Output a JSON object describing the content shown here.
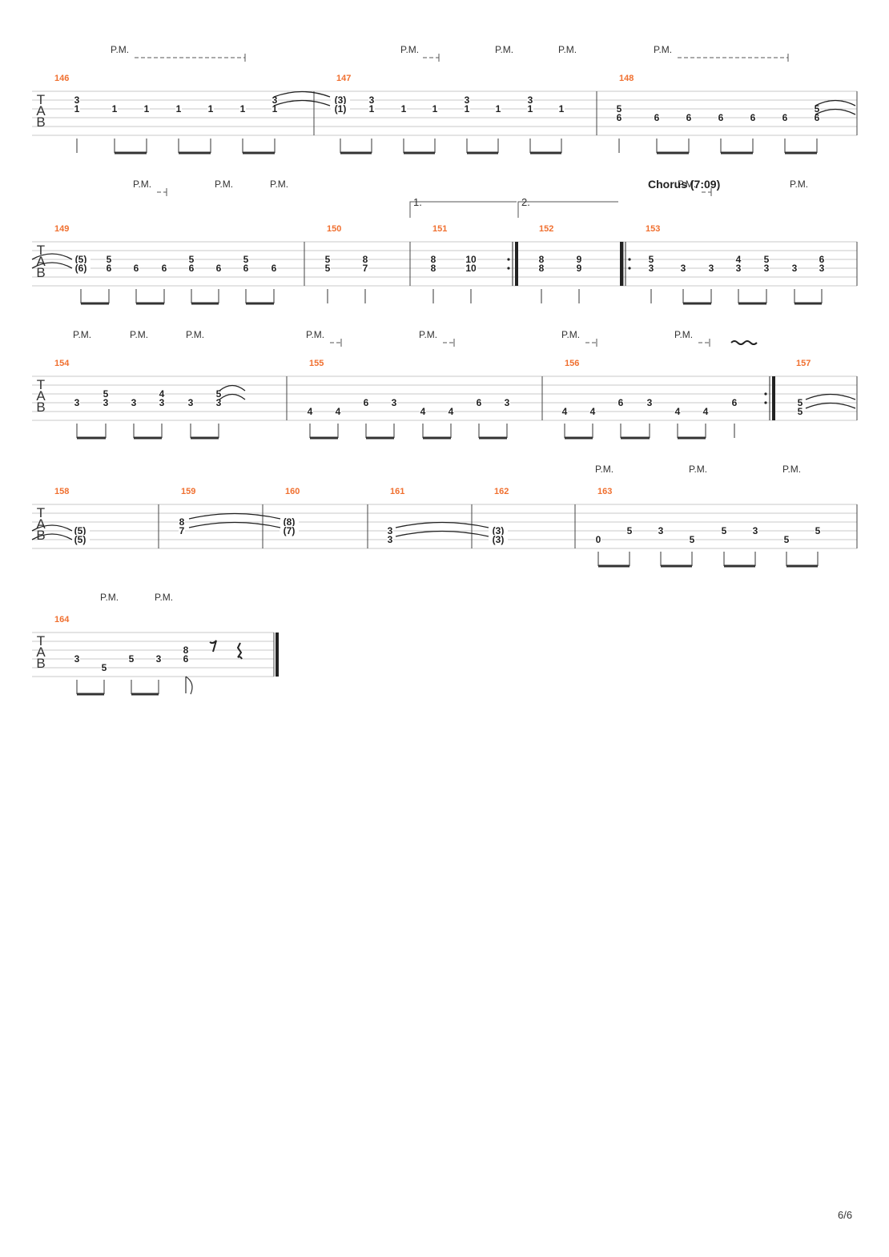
{
  "page": {
    "page_number": "6/6"
  },
  "labels": {
    "palm_mute": "P.M.",
    "clef": [
      "T",
      "A",
      "B"
    ],
    "section": "Chorus (7:09)",
    "volta1": "1.",
    "volta2": "2."
  },
  "colors": {
    "measure_number": "#f07030",
    "notation": "#222222",
    "staff_line": "#c8c8c8",
    "palm_mute_text": "#333333"
  },
  "systems": [
    {
      "measures": [
        {
          "number": "146",
          "notes": [
            {
              "frets": [
                "",
                "3",
                "1"
              ]
            },
            {
              "frets": [
                "",
                "",
                "1"
              ]
            },
            {
              "frets": [
                "",
                "",
                "1"
              ]
            },
            {
              "frets": [
                "",
                "",
                "1"
              ]
            },
            {
              "frets": [
                "",
                "",
                "1"
              ]
            },
            {
              "frets": [
                "",
                "",
                "1"
              ]
            },
            {
              "frets": [
                "",
                "3",
                "1"
              ],
              "tie": true
            }
          ]
        },
        {
          "number": "147",
          "notes": [
            {
              "frets": [
                "",
                "(3)",
                "(1)"
              ]
            },
            {
              "frets": [
                "",
                "3",
                "1"
              ]
            },
            {
              "frets": [
                "",
                "",
                "1"
              ]
            },
            {
              "frets": [
                "",
                "",
                "1"
              ]
            },
            {
              "frets": [
                "",
                "3",
                "1"
              ]
            },
            {
              "frets": [
                "",
                "",
                "1"
              ]
            },
            {
              "frets": [
                "",
                "3",
                "1"
              ]
            },
            {
              "frets": [
                "",
                "",
                "1"
              ]
            }
          ]
        },
        {
          "number": "148",
          "notes": [
            {
              "frets": [
                "",
                "",
                "5",
                "6"
              ]
            },
            {
              "frets": [
                "",
                "",
                "",
                "6"
              ]
            },
            {
              "frets": [
                "",
                "",
                "",
                "6"
              ]
            },
            {
              "frets": [
                "",
                "",
                "",
                "6"
              ]
            },
            {
              "frets": [
                "",
                "",
                "",
                "6"
              ]
            },
            {
              "frets": [
                "",
                "",
                "",
                "6"
              ]
            },
            {
              "frets": [
                "",
                "",
                "5",
                "6"
              ],
              "tie": true
            }
          ]
        }
      ]
    },
    {
      "measures": [
        {
          "number": "149",
          "notes": [
            {
              "frets": [
                "",
                "",
                "(5)",
                "(6)"
              ]
            },
            {
              "frets": [
                "",
                "",
                "5",
                "6"
              ]
            },
            {
              "frets": [
                "",
                "",
                "",
                "6"
              ]
            },
            {
              "frets": [
                "",
                "",
                "",
                "6"
              ]
            },
            {
              "frets": [
                "",
                "",
                "5",
                "6"
              ]
            },
            {
              "frets": [
                "",
                "",
                "",
                "6"
              ]
            },
            {
              "frets": [
                "",
                "",
                "5",
                "6"
              ]
            },
            {
              "frets": [
                "",
                "",
                "",
                "6"
              ]
            }
          ]
        },
        {
          "number": "150",
          "notes": [
            {
              "frets": [
                "",
                "",
                "5",
                "5"
              ]
            },
            {
              "frets": [
                "",
                "",
                "8",
                "7"
              ]
            }
          ]
        },
        {
          "number": "151",
          "notes": [
            {
              "frets": [
                "",
                "",
                "8",
                "8"
              ]
            },
            {
              "frets": [
                "",
                "",
                "10",
                "10"
              ]
            }
          ]
        },
        {
          "number": "152",
          "notes": [
            {
              "frets": [
                "",
                "",
                "8",
                "8"
              ]
            },
            {
              "frets": [
                "",
                "",
                "9",
                "9"
              ]
            }
          ]
        },
        {
          "number": "153",
          "notes": [
            {
              "frets": [
                "",
                "",
                "5",
                "3"
              ]
            },
            {
              "frets": [
                "",
                "",
                "",
                "3"
              ]
            },
            {
              "frets": [
                "",
                "",
                "",
                "3"
              ]
            },
            {
              "frets": [
                "",
                "",
                "4",
                "3"
              ]
            },
            {
              "frets": [
                "",
                "",
                "5",
                "3"
              ]
            },
            {
              "frets": [
                "",
                "",
                "",
                "3"
              ]
            },
            {
              "frets": [
                "",
                "",
                "6",
                "3"
              ]
            }
          ]
        }
      ]
    },
    {
      "measures": [
        {
          "number": "154",
          "notes": [
            {
              "frets": [
                "",
                "",
                "",
                "3"
              ]
            },
            {
              "frets": [
                "",
                "",
                "5",
                "3"
              ]
            },
            {
              "frets": [
                "",
                "",
                "",
                "3"
              ]
            },
            {
              "frets": [
                "",
                "",
                "4",
                "3"
              ]
            },
            {
              "frets": [
                "",
                "",
                "",
                "3"
              ]
            },
            {
              "frets": [
                "",
                "",
                "5",
                "3"
              ],
              "tie": true
            }
          ]
        },
        {
          "number": "155",
          "notes": [
            {
              "frets": [
                "",
                "",
                "",
                "",
                "4"
              ]
            },
            {
              "frets": [
                "",
                "",
                "",
                "",
                "4"
              ]
            },
            {
              "frets": [
                "",
                "",
                "",
                "6"
              ]
            },
            {
              "frets": [
                "",
                "",
                "",
                "3"
              ]
            },
            {
              "frets": [
                "",
                "",
                "",
                "",
                "4"
              ]
            },
            {
              "frets": [
                "",
                "",
                "",
                "",
                "4"
              ]
            },
            {
              "frets": [
                "",
                "",
                "",
                "6"
              ]
            },
            {
              "frets": [
                "",
                "",
                "",
                "3"
              ]
            }
          ]
        },
        {
          "number": "156",
          "notes": [
            {
              "frets": [
                "",
                "",
                "",
                "",
                "4"
              ]
            },
            {
              "frets": [
                "",
                "",
                "",
                "",
                "4"
              ]
            },
            {
              "frets": [
                "",
                "",
                "",
                "6"
              ]
            },
            {
              "frets": [
                "",
                "",
                "",
                "3"
              ]
            },
            {
              "frets": [
                "",
                "",
                "",
                "",
                "4"
              ]
            },
            {
              "frets": [
                "",
                "",
                "",
                "",
                "4"
              ]
            },
            {
              "frets": [
                "",
                "",
                "",
                "6"
              ]
            }
          ]
        },
        {
          "number": "157",
          "notes": [
            {
              "frets": [
                "",
                "",
                "",
                "5",
                "5"
              ],
              "tie": true
            }
          ]
        }
      ]
    },
    {
      "measures": [
        {
          "number": "158",
          "notes": [
            {
              "frets": [
                "",
                "",
                "",
                "(5)",
                "(5)"
              ]
            }
          ]
        },
        {
          "number": "159",
          "notes": [
            {
              "frets": [
                "",
                "",
                "8",
                "7"
              ],
              "tie": true
            }
          ]
        },
        {
          "number": "160",
          "notes": [
            {
              "frets": [
                "",
                "",
                "(8)",
                "(7)"
              ]
            }
          ]
        },
        {
          "number": "161",
          "notes": [
            {
              "frets": [
                "",
                "",
                "",
                "3",
                "3"
              ],
              "tie": true
            }
          ]
        },
        {
          "number": "162",
          "notes": [
            {
              "frets": [
                "",
                "",
                "",
                "(3)",
                "(3)"
              ]
            }
          ]
        },
        {
          "number": "163",
          "notes": [
            {
              "frets": [
                "",
                "",
                "",
                "",
                "0"
              ]
            },
            {
              "frets": [
                "",
                "",
                "",
                "5"
              ]
            },
            {
              "frets": [
                "",
                "",
                "",
                "3"
              ]
            },
            {
              "frets": [
                "",
                "",
                "",
                "",
                "5"
              ]
            },
            {
              "frets": [
                "",
                "",
                "",
                "5"
              ]
            },
            {
              "frets": [
                "",
                "",
                "",
                "3"
              ]
            },
            {
              "frets": [
                "",
                "",
                "",
                "",
                "5"
              ]
            },
            {
              "frets": [
                "",
                "",
                "",
                "5"
              ]
            }
          ]
        }
      ]
    },
    {
      "measures": [
        {
          "number": "164",
          "notes": [
            {
              "frets": [
                "",
                "",
                "",
                "3"
              ]
            },
            {
              "frets": [
                "",
                "",
                "",
                "",
                "5"
              ]
            },
            {
              "frets": [
                "",
                "",
                "",
                "5"
              ]
            },
            {
              "frets": [
                "",
                "",
                "",
                "3"
              ]
            },
            {
              "frets": [
                "",
                "",
                "8",
                "6"
              ]
            }
          ]
        }
      ]
    }
  ]
}
